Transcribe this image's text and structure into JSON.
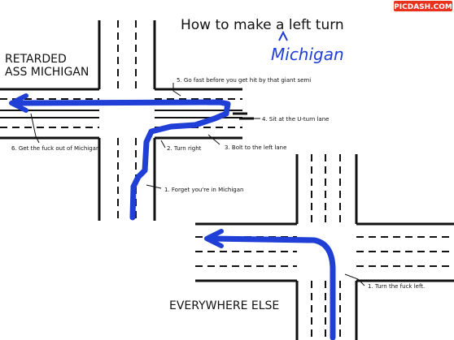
{
  "title": "How to make a left turn",
  "title_insert": "Michigan",
  "watermark": "PICDASH.COM",
  "section_michigan": {
    "heading_line1": "RETARDED",
    "heading_line2": "ASS MICHIGAN",
    "steps": [
      "1. Forget you're in Michigan",
      "2. Turn right",
      "3. Bolt to the left lane",
      "4. Sit at the U-turn lane",
      "5. Go fast before you get hit by that giant semi",
      "6. Get the fuck out of Michigan"
    ]
  },
  "section_everywhere": {
    "heading": "EVERYWHERE ELSE",
    "steps": [
      "1. Turn the fuck left."
    ]
  },
  "colors": {
    "route": "#1f3fd6",
    "road_lines": "#111111",
    "watermark_bg": "#e8321e",
    "handwriting": "#1f3fd6"
  }
}
